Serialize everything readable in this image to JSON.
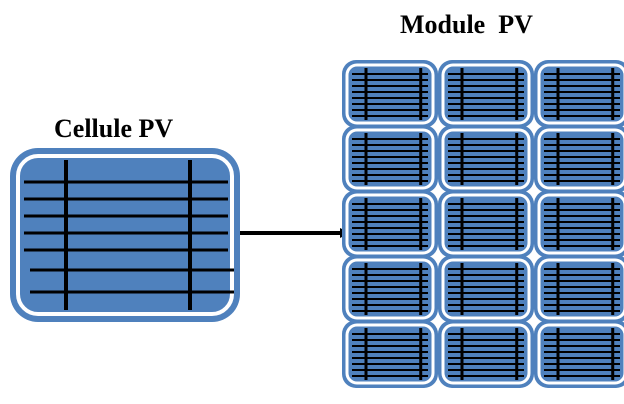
{
  "labels": {
    "cell": "Cellule PV",
    "module": "Module  PV"
  },
  "module": {
    "rows": 5,
    "columns": 3
  },
  "colors": {
    "cell_fill": "#4f81bd",
    "cell_border": "#4f81bd",
    "cell_inner_border": "#ffffff",
    "grid_lines": "#000000",
    "arrow": "#000000"
  }
}
